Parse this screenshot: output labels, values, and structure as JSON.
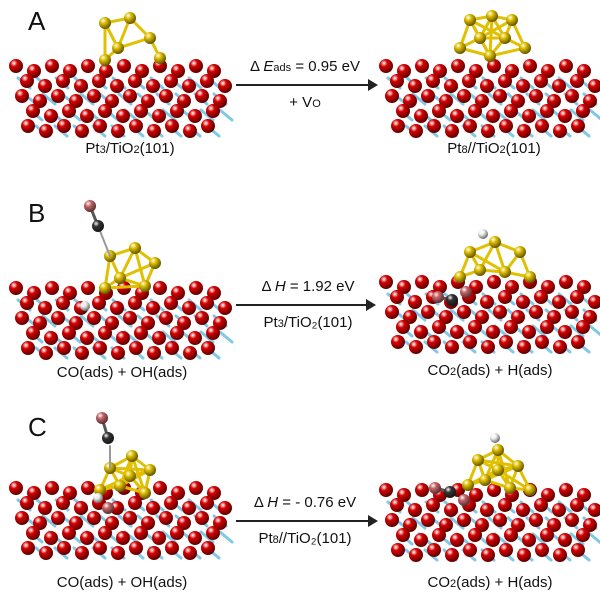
{
  "colors": {
    "oxygen": "#d60000",
    "titanium": "#7fc8e8",
    "platinum": "#e0c000",
    "carbon": "#333333",
    "hydrogen": "#f2f2f2",
    "co_oxygen": "#c8666a"
  },
  "panels": [
    {
      "letter": "A",
      "left_caption": {
        "pre": "Pt",
        "sub": "3",
        "mid": "/TiO",
        "sub2": "2",
        "post": "(101)"
      },
      "right_caption": {
        "pre": "Pt",
        "sub": "8",
        "mid": "//TiO",
        "sub2": "2",
        "post": "(101)"
      },
      "above": {
        "delta": "Δ ",
        "symbol": "E",
        "sub": "ads",
        "value": " = 0.95 eV"
      },
      "below": {
        "pre": "+ V",
        "sub": "O",
        "post": ""
      }
    },
    {
      "letter": "B",
      "left_caption": {
        "pre": "CO(ads) + OH(ads)",
        "sub": "",
        "mid": "",
        "sub2": "",
        "post": ""
      },
      "right_caption": {
        "pre": "CO",
        "sub": "2",
        "mid": "(ads) + H(ads)",
        "sub2": "",
        "post": ""
      },
      "above": {
        "delta": "Δ ",
        "symbol": "H",
        "sub": "",
        "value": " = 1.92 eV"
      },
      "below": {
        "pre": "Pt",
        "sub": "3",
        "post": "/TiO₂(101)"
      }
    },
    {
      "letter": "C",
      "left_caption": {
        "pre": "CO(ads) + OH(ads)",
        "sub": "",
        "mid": "",
        "sub2": "",
        "post": ""
      },
      "right_caption": {
        "pre": "CO",
        "sub": "2",
        "mid": "(ads) + H(ads)",
        "sub2": "",
        "post": ""
      },
      "above": {
        "delta": "Δ ",
        "symbol": "H",
        "sub": "",
        "value": " = - 0.76 eV"
      },
      "below": {
        "pre": "Pt",
        "sub": "8",
        "post": "//TiO₂(101)"
      }
    }
  ]
}
